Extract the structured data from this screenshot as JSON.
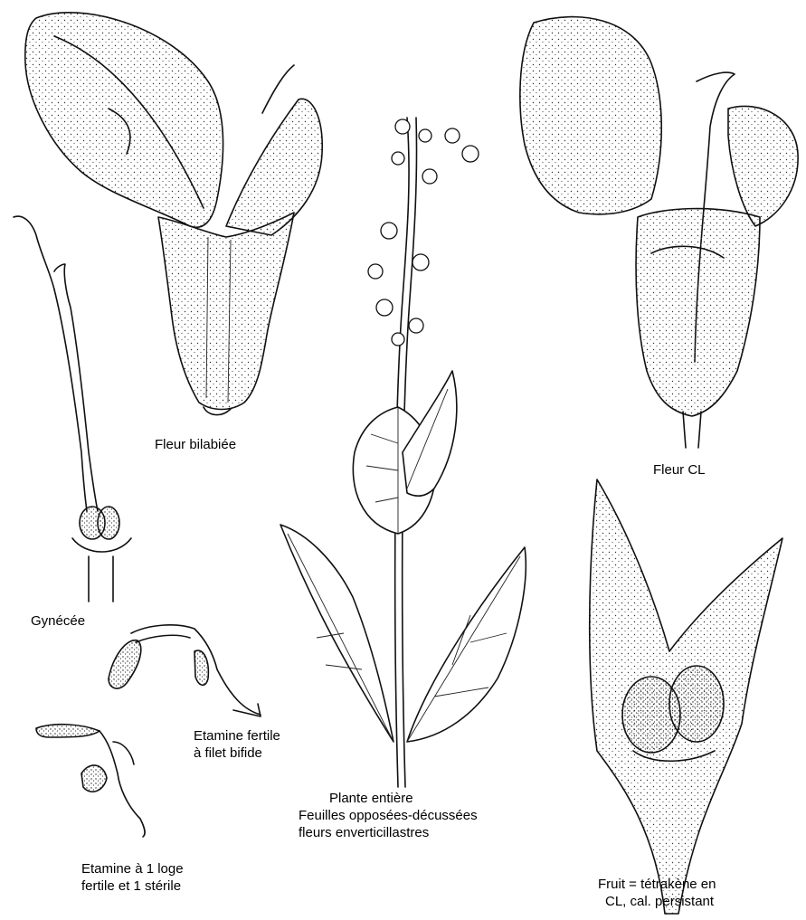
{
  "labels": {
    "fleur_bilabiee": "Fleur bilabiée",
    "fleur_cl": "Fleur CL",
    "gynecee": "Gynécée",
    "etamine_fertile": [
      "Etamine  fertile",
      "à filet bifide"
    ],
    "plante_entiere": [
      "Plante entière",
      "Feuilles opposées-décussées",
      "fleurs enverticillastres"
    ],
    "etamine_loge": [
      "Etamine à 1 loge",
      "fertile et 1 stérile"
    ],
    "fruit": [
      "Fruit = tétrakène en",
      "CL, cal. persistant"
    ]
  }
}
